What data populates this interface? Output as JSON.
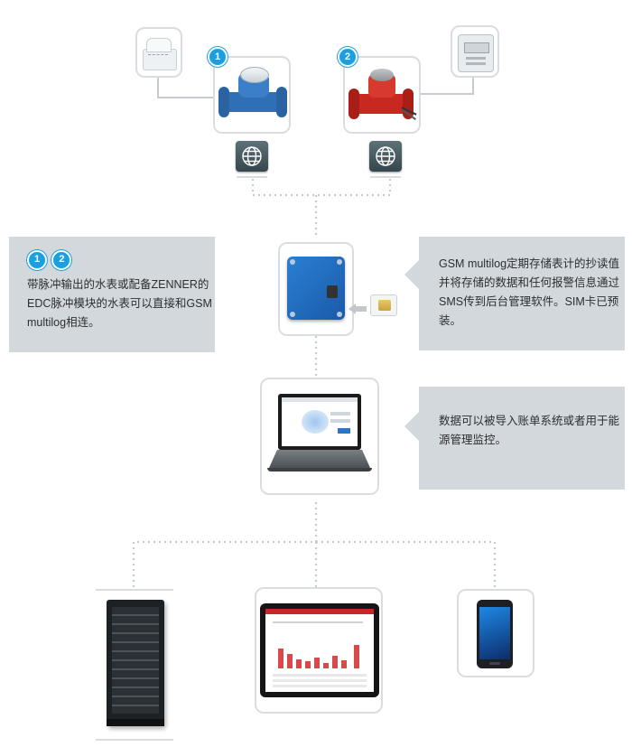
{
  "meters": [
    {
      "badge": "1"
    },
    {
      "badge": "2"
    }
  ],
  "notes": {
    "left": {
      "badges": [
        "1",
        "2"
      ],
      "lines": [
        "带脉冲输出的水表或配备ZENNER的",
        "EDC脉冲模块的水表可以直接和GSM",
        "multilog相连。"
      ]
    },
    "right_top": {
      "lines": [
        "GSM multilog定期存储表计的抄读值",
        "并将存储的数据和任何报警信息通过",
        "SMS传到后台管理软件。SIM卡已预",
        "装。"
      ]
    },
    "right_middle": {
      "lines": [
        "数据可以被导入账单系统或者用于能",
        "源管理监控。"
      ]
    }
  },
  "icons": {
    "globe": "globe-icon",
    "sim_arrow": "arrow-left-icon"
  },
  "colors": {
    "accent_blue": "#1aa0e0",
    "note_bg": "#d3d8dd",
    "frame_border": "#d9dde2",
    "meter_blue": "#2f6fb5",
    "meter_red": "#c8281f"
  }
}
